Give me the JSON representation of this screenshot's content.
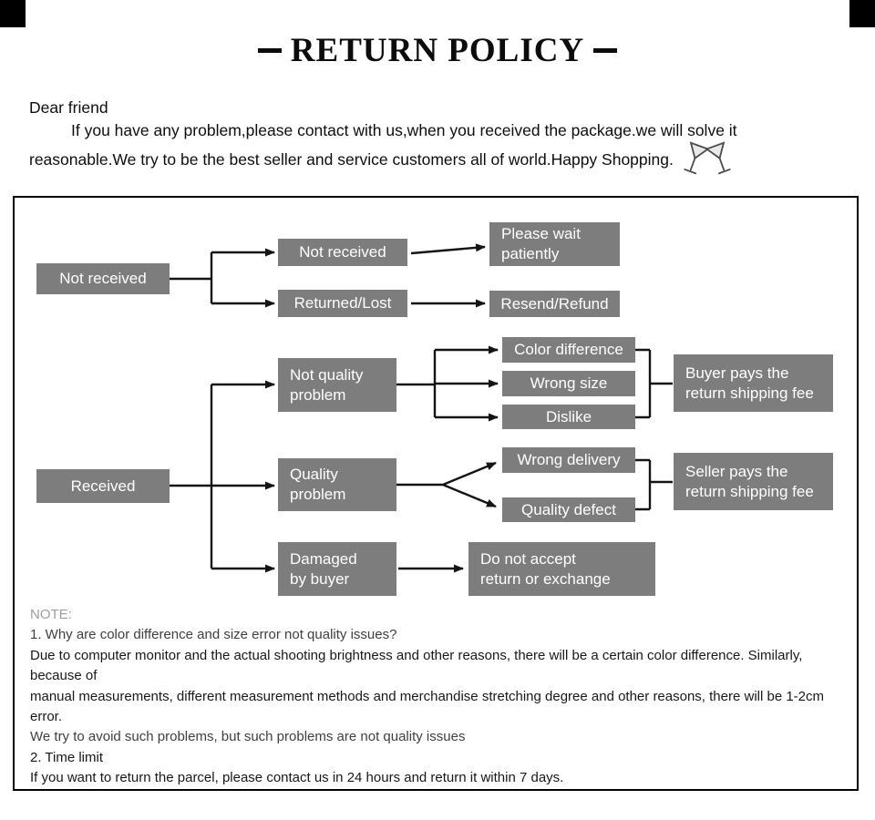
{
  "page": {
    "title": "RETURN POLICY"
  },
  "intro": {
    "greeting": "Dear friend",
    "line1": "If you have any problem,please contact with us,when you received the package.we will solve it",
    "line2": "reasonable.We try to be the best seller and service customers all of world.Happy Shopping.",
    "icon_name": "cheers-glasses-icon"
  },
  "flowchart": {
    "box_color": "#7d7d7d",
    "text_color": "#ffffff",
    "line_color": "#141414",
    "nodes": {
      "not_received_src": "Not received",
      "not_received": "Not received",
      "please_wait": "Please wait\npatiently",
      "returned_lost": "Returned/Lost",
      "resend_refund": "Resend/Refund",
      "received": "Received",
      "not_quality": "Not quality\nproblem",
      "color_difference": "Color difference",
      "wrong_size": "Wrong size",
      "dislike": "Dislike",
      "buyer_pays": "Buyer pays the\nreturn shipping fee",
      "quality_problem": "Quality\nproblem",
      "wrong_delivery": "Wrong delivery",
      "quality_defect": "Quality defect",
      "seller_pays": "Seller pays the\nreturn shipping fee",
      "damaged": "Damaged\nby buyer",
      "do_not_accept": "Do not accept\nreturn or exchange"
    }
  },
  "note": {
    "label": "NOTE:",
    "lines": [
      "1. Why are color difference and size error not quality issues?",
      "Due to computer monitor and the actual shooting brightness and other reasons, there will be a certain color difference. Similarly, because of",
      "manual measurements, different measurement methods and merchandise stretching degree and other reasons, there will be 1-2cm error.",
      "We try to avoid such problems, but such problems are not quality issues",
      "2. Time limit",
      "If you want to return the parcel, please contact us in 24 hours and return it within 7 days."
    ]
  }
}
